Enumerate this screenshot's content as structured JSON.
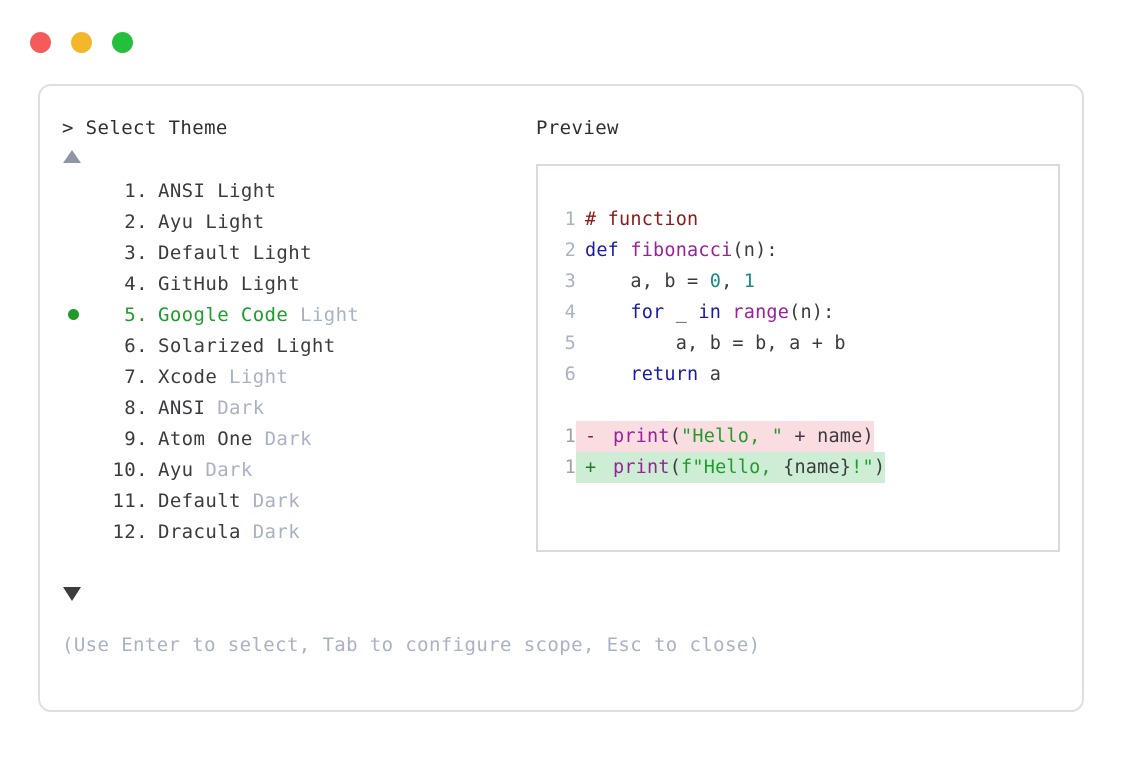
{
  "window": {
    "buttons": [
      {
        "name": "close",
        "color": "#f65b5b"
      },
      {
        "name": "minimize",
        "color": "#f5b72a"
      },
      {
        "name": "maximize",
        "color": "#24bf3c"
      }
    ]
  },
  "prompt": {
    "text": "> Select Theme",
    "scroll_up_icon": "triangle-up-icon",
    "scroll_down_icon": "triangle-down-icon"
  },
  "themes": {
    "selected_index": 5,
    "accent": "#1f9c2b",
    "items": [
      {
        "index": " 1.",
        "name": "ANSI",
        "variant": "Light",
        "variant_muted": false
      },
      {
        "index": " 2.",
        "name": "Ayu",
        "variant": "Light",
        "variant_muted": false
      },
      {
        "index": " 3.",
        "name": "Default",
        "variant": "Light",
        "variant_muted": false
      },
      {
        "index": " 4.",
        "name": "GitHub",
        "variant": "Light",
        "variant_muted": false
      },
      {
        "index": " 5.",
        "name": "Google Code",
        "variant": "Light",
        "variant_muted": true
      },
      {
        "index": " 6.",
        "name": "Solarized",
        "variant": "Light",
        "variant_muted": false
      },
      {
        "index": " 7.",
        "name": "Xcode",
        "variant": "Light",
        "variant_muted": true
      },
      {
        "index": " 8.",
        "name": "ANSI",
        "variant": "Dark",
        "variant_muted": true
      },
      {
        "index": " 9.",
        "name": "Atom One",
        "variant": "Dark",
        "variant_muted": true
      },
      {
        "index": "10.",
        "name": "Ayu",
        "variant": "Dark",
        "variant_muted": true
      },
      {
        "index": "11.",
        "name": "Default",
        "variant": "Dark",
        "variant_muted": true
      },
      {
        "index": "12.",
        "name": "Dracula",
        "variant": "Dark",
        "variant_muted": true
      }
    ]
  },
  "preview": {
    "label": "Preview",
    "code_lines": [
      {
        "num": "1",
        "tokens": [
          {
            "t": "# function",
            "c": "comment"
          }
        ]
      },
      {
        "num": "2",
        "tokens": [
          {
            "t": "def ",
            "c": "kw"
          },
          {
            "t": "fibonacci",
            "c": "fn"
          },
          {
            "t": "(n):",
            "c": "plain"
          }
        ]
      },
      {
        "num": "3",
        "tokens": [
          {
            "t": "    a, b = ",
            "c": "plain"
          },
          {
            "t": "0",
            "c": "num"
          },
          {
            "t": ", ",
            "c": "plain"
          },
          {
            "t": "1",
            "c": "num"
          }
        ]
      },
      {
        "num": "4",
        "tokens": [
          {
            "t": "    ",
            "c": "plain"
          },
          {
            "t": "for",
            "c": "kw"
          },
          {
            "t": " _ ",
            "c": "plain"
          },
          {
            "t": "in",
            "c": "kw"
          },
          {
            "t": " ",
            "c": "plain"
          },
          {
            "t": "range",
            "c": "fn"
          },
          {
            "t": "(n):",
            "c": "plain"
          }
        ]
      },
      {
        "num": "5",
        "tokens": [
          {
            "t": "        a, b = b, a + b",
            "c": "plain"
          }
        ]
      },
      {
        "num": "6",
        "tokens": [
          {
            "t": "    ",
            "c": "plain"
          },
          {
            "t": "return",
            "c": "kw"
          },
          {
            "t": " a",
            "c": "plain"
          }
        ]
      }
    ],
    "diff_lines": [
      {
        "num": "1",
        "kind": "del",
        "sign": "-",
        "bg": "#fadde1",
        "tokens": [
          {
            "t": "print",
            "c": "fn"
          },
          {
            "t": "(",
            "c": "plain"
          },
          {
            "t": "\"Hello, \"",
            "c": "str"
          },
          {
            "t": " + name)",
            "c": "plain"
          }
        ]
      },
      {
        "num": "1",
        "kind": "add",
        "sign": "+",
        "bg": "#cdeed5",
        "tokens": [
          {
            "t": "print",
            "c": "fn"
          },
          {
            "t": "(",
            "c": "plain"
          },
          {
            "t": "f",
            "c": "str"
          },
          {
            "t": "\"Hello, ",
            "c": "str"
          },
          {
            "t": "{name}",
            "c": "plain"
          },
          {
            "t": "!\"",
            "c": "str"
          },
          {
            "t": ")",
            "c": "plain"
          }
        ]
      }
    ]
  },
  "hint": {
    "text": "(Use Enter to select, Tab to configure scope, Esc to close)"
  }
}
